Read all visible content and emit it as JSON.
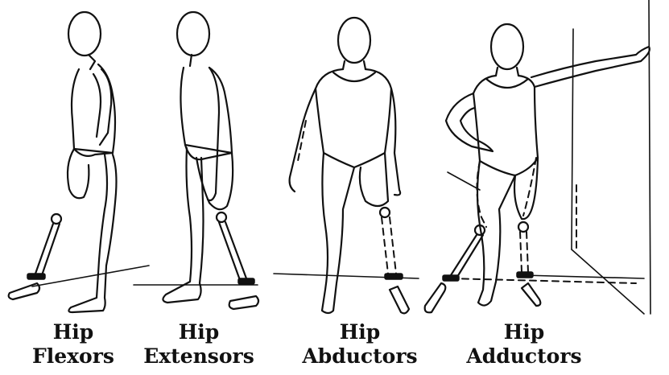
{
  "figures": [
    {
      "id": "hip-flexors",
      "caption_line1": "Hip",
      "caption_line2": "Flexors"
    },
    {
      "id": "hip-extensors",
      "caption_line1": "Hip",
      "caption_line2": "Extensors"
    },
    {
      "id": "hip-abductors",
      "caption_line1": "Hip",
      "caption_line2": "Abductors"
    },
    {
      "id": "hip-adductors",
      "caption_line1": "Hip",
      "caption_line2": "Adductors"
    }
  ]
}
